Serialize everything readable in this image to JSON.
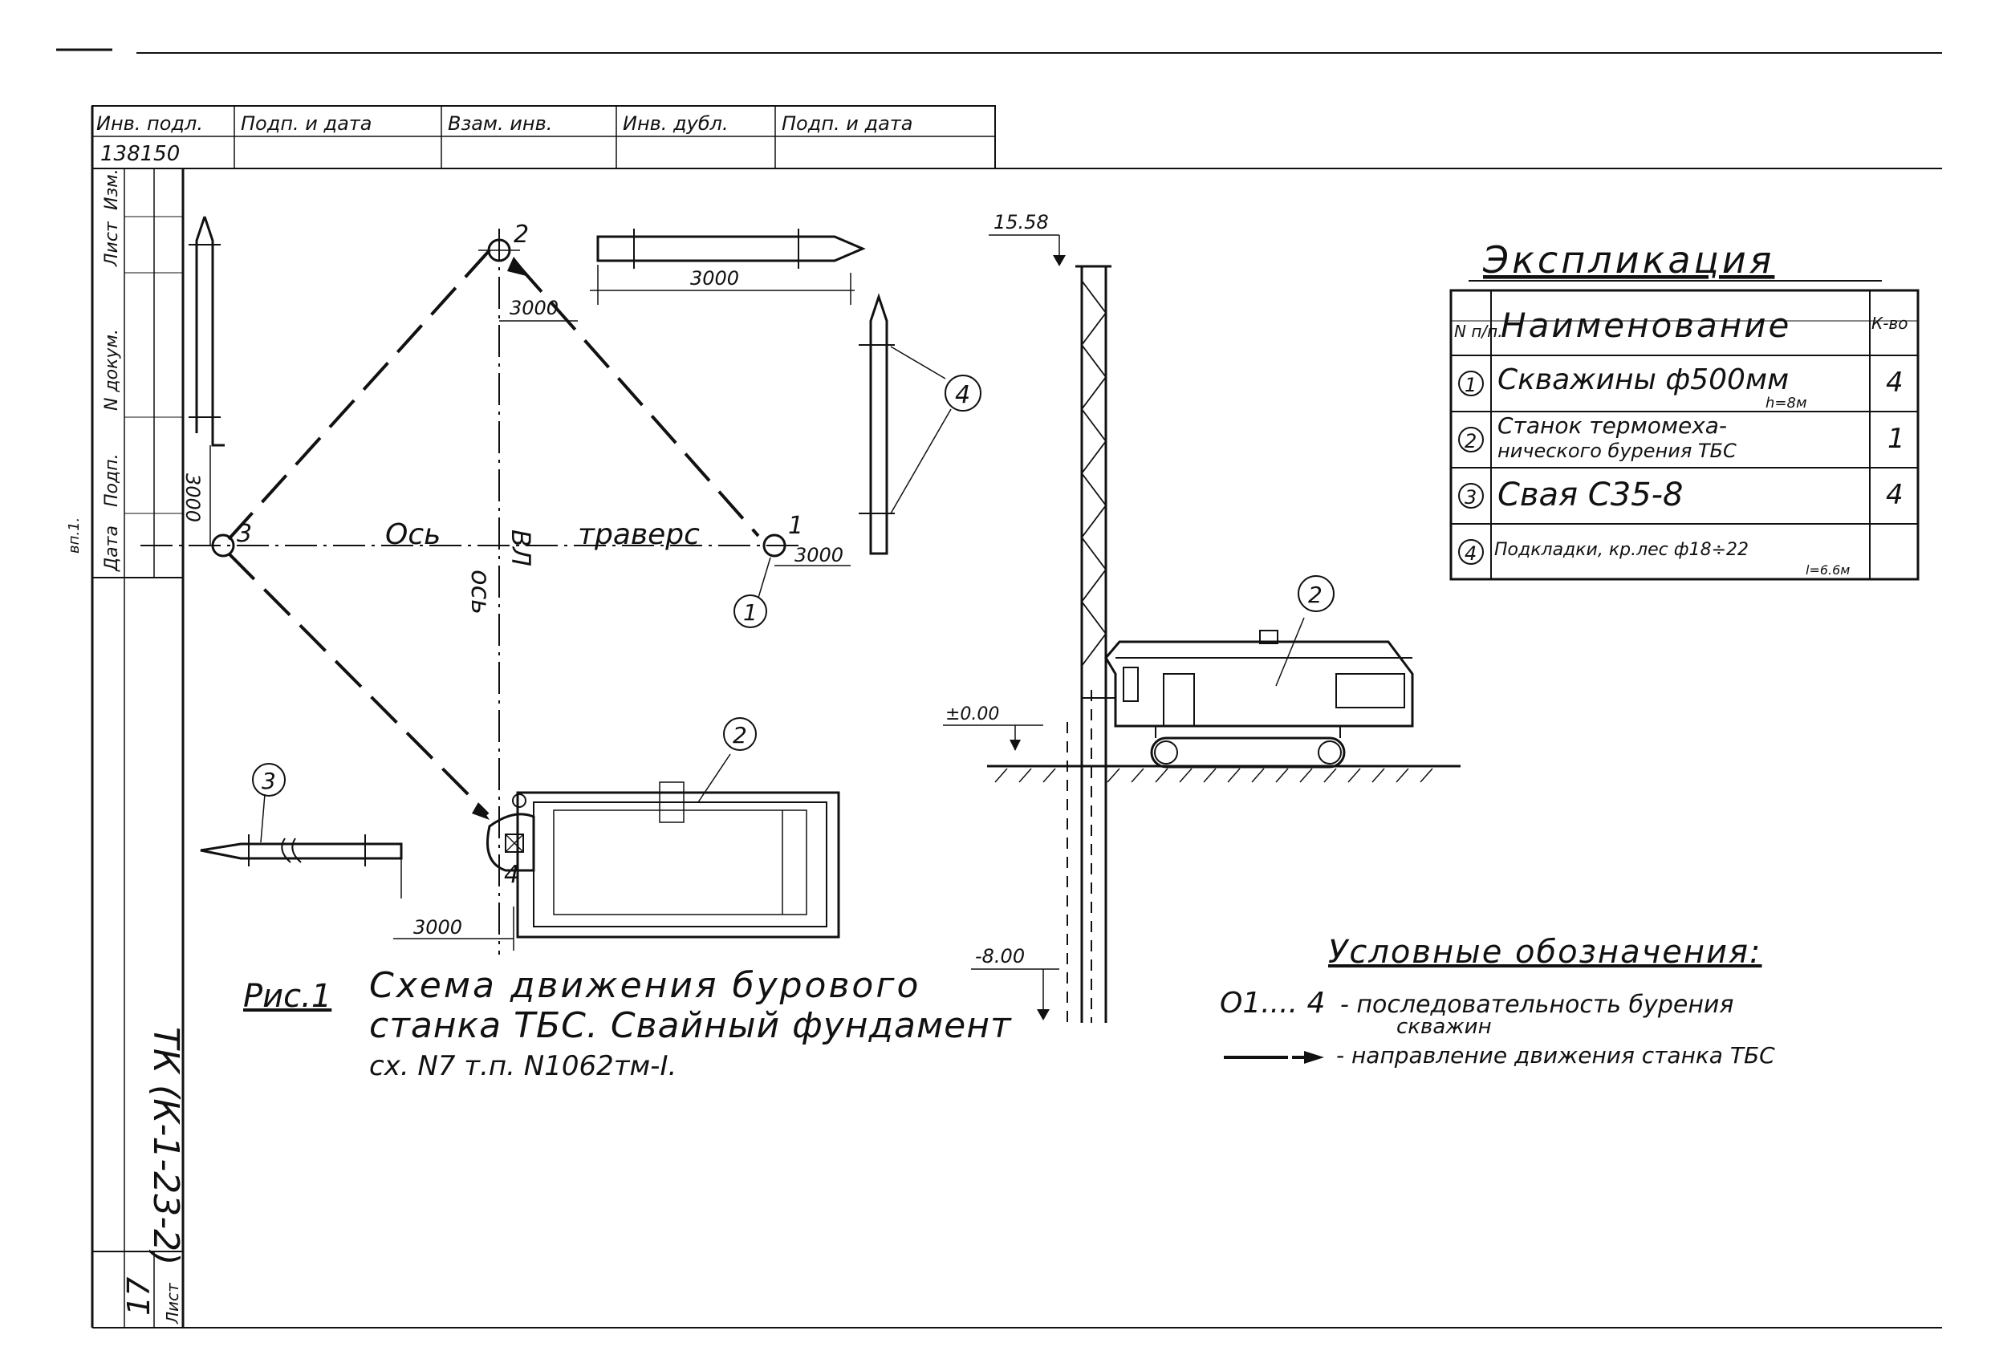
{
  "stamp": {
    "headers": [
      "Инв. подл.",
      "Подп. и дата",
      "Взам. инв.",
      "Инв. дубл.",
      "Подп. и дата"
    ],
    "inventory_number": "138150"
  },
  "side_strip": {
    "labels": [
      "Изм.",
      "Лист",
      "N докум.",
      "Подп.",
      "Дата"
    ],
    "small_note": "вп.1.",
    "doc_code": "ТК (К-1-23-2)",
    "sheet_label": "Лист",
    "sheet_number": "17"
  },
  "plan": {
    "points": [
      "2",
      "3",
      "1",
      "4"
    ],
    "axis_traverse_words": [
      "Ось",
      "ВЛ",
      "траверс"
    ],
    "axis_vl": "ось",
    "dim_3000": "3000",
    "callouts": [
      "4",
      "1",
      "3",
      "2"
    ]
  },
  "elevation": {
    "mark_top": "15.58",
    "mark_zero": "±0.00",
    "mark_bottom": "-8.00",
    "callout": "2"
  },
  "caption": {
    "label": "Рис.1",
    "line1": "Схема движения бурового",
    "line2": "станка ТБС. Свайный фундамент",
    "line3": "сх. N7 т.п. N1062тм-I."
  },
  "explication": {
    "title": "Экспликация",
    "headers": [
      "N п/п.",
      "Наименование",
      "К-во"
    ],
    "rows": [
      {
        "num": "1",
        "name": "Скважины ф500мм",
        "sub": "h=8м",
        "qty": "4"
      },
      {
        "num": "2",
        "name": "Станок термомеха-",
        "sub": "нического бурения ТБС",
        "qty": "1"
      },
      {
        "num": "3",
        "name": "Свая С35-8",
        "sub": "",
        "qty": "4"
      },
      {
        "num": "4",
        "name": "Подкладки, кр.лес ф18÷22",
        "sub": "l=6.6м",
        "qty": ""
      }
    ]
  },
  "legend": {
    "title": "Условные обозначения:",
    "item1_symbol": "О1.... 4",
    "item1_text": "- последовательность бурения",
    "item1_text2": "скважин",
    "item2_text": "- направление движения станка ТБС"
  }
}
